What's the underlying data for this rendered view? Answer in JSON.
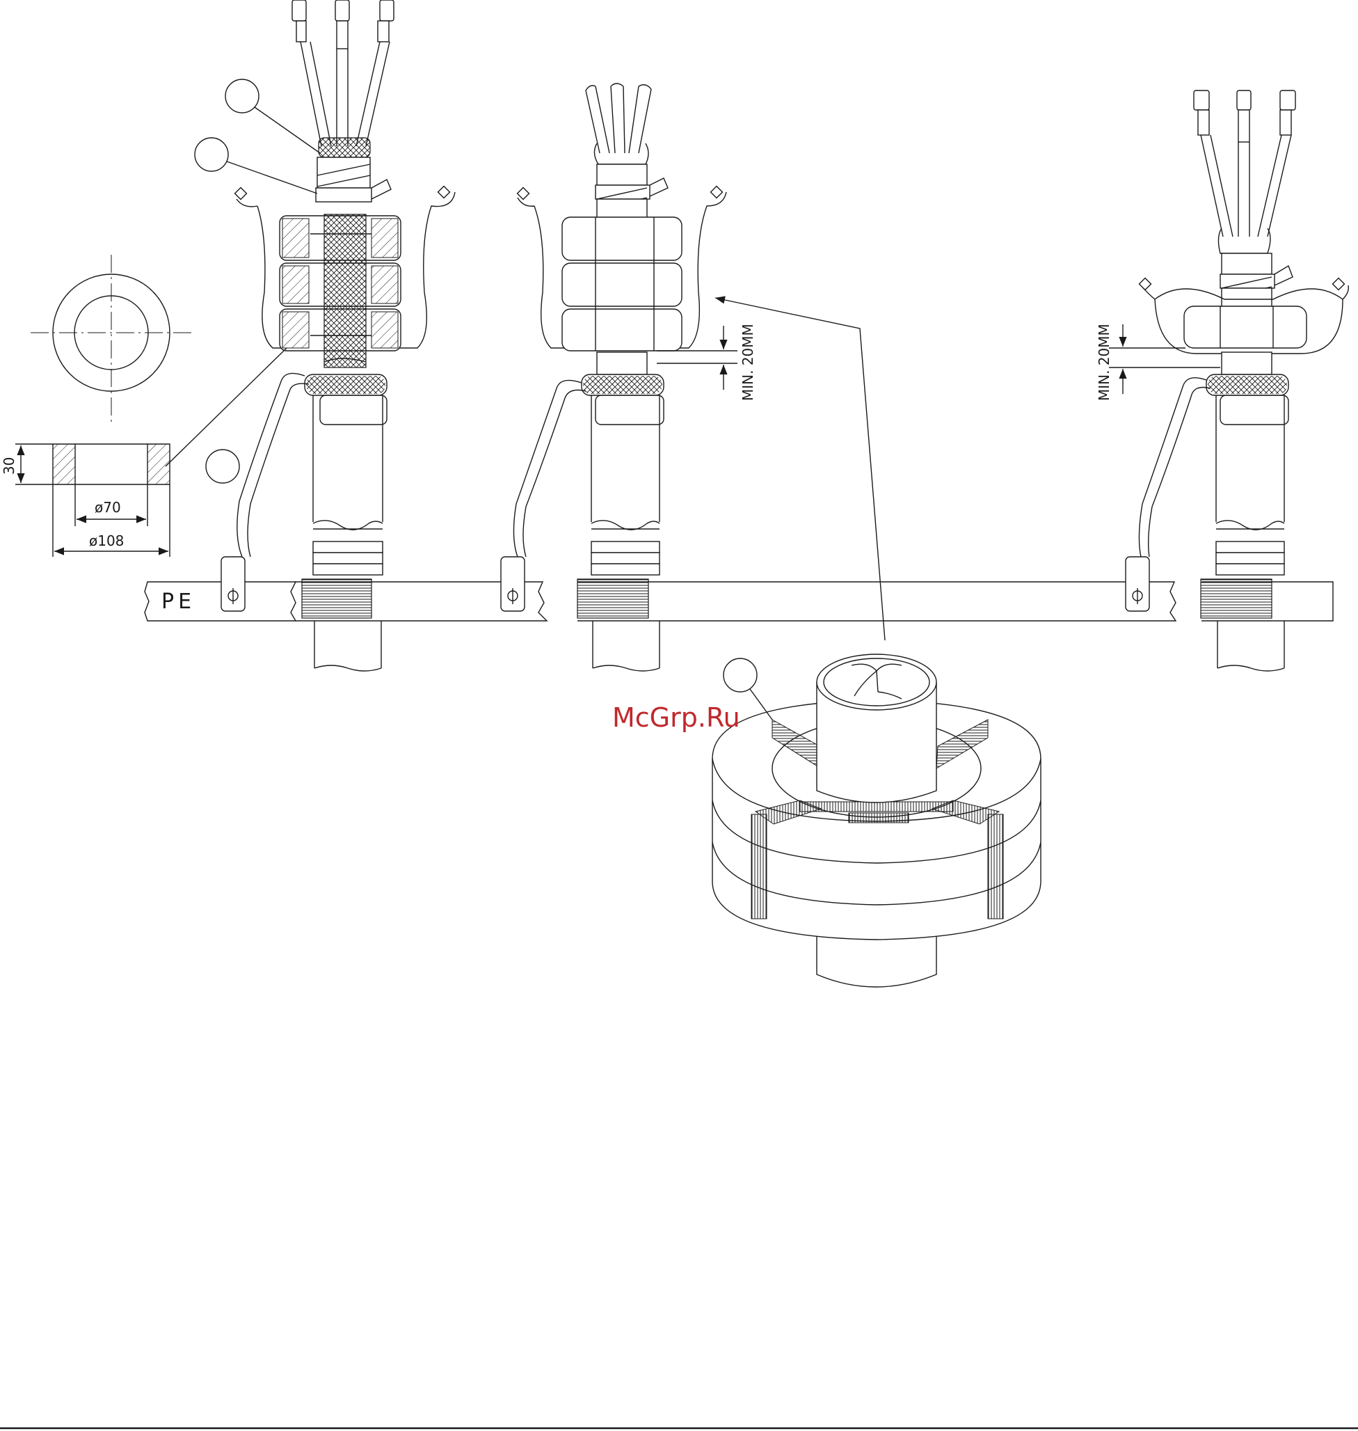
{
  "labels": {
    "pe_bar": "PE",
    "dim_thickness": "30",
    "dim_inner_diameter": "ø70",
    "dim_outer_diameter": "ø108",
    "min_clearance_1": "MIN. 20MM",
    "min_clearance_2": "MIN. 20MM"
  },
  "watermark": "McGrp.Ru",
  "colors": {
    "line": "#1a1a1a",
    "watermark": "#c0282d",
    "background": "#ffffff"
  }
}
